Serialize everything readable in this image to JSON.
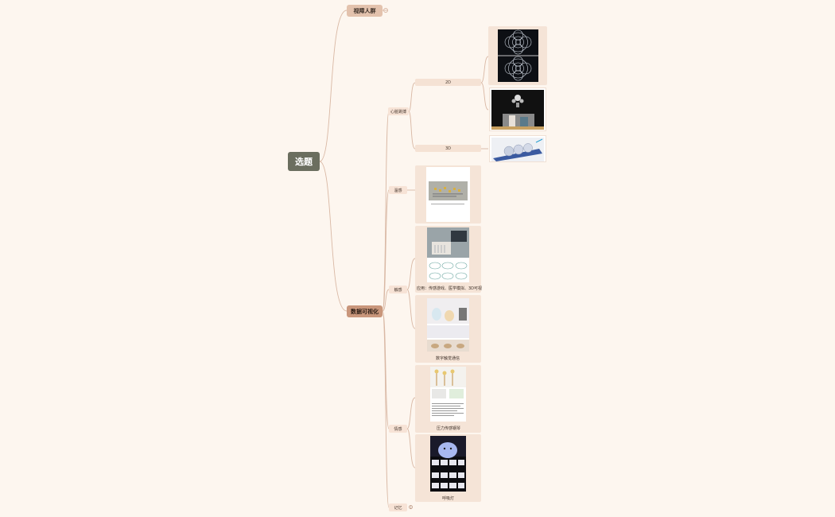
{
  "root": {
    "label": "选题"
  },
  "branches": {
    "top": {
      "label": "视障人群"
    },
    "main": {
      "label": "数据可视化"
    }
  },
  "children": {
    "heart": {
      "label": "心脏跳搏"
    },
    "heart_2d": {
      "label": "2D"
    },
    "heart_3d": {
      "label": "3D"
    },
    "sound": {
      "label": "温感"
    },
    "touch": {
      "label": "触感"
    },
    "touch_caption_1": "应用：传感游戏、医学模拟、3D可视",
    "touch_caption_2": "数字触觉通信",
    "emotion": {
      "label": "情感"
    },
    "emotion_caption_1": "压力传感钢琴",
    "emotion_caption_2": "呼吸灯",
    "memory": {
      "label": "记忆"
    },
    "memory_count": "1"
  },
  "colors": {
    "background": "#fdf6ef",
    "root": "#6b6e5f",
    "branch_top": "#e3c2ad",
    "branch_main": "#c9967b",
    "link": "#d9b8a4",
    "card": "#f5e4d7"
  }
}
